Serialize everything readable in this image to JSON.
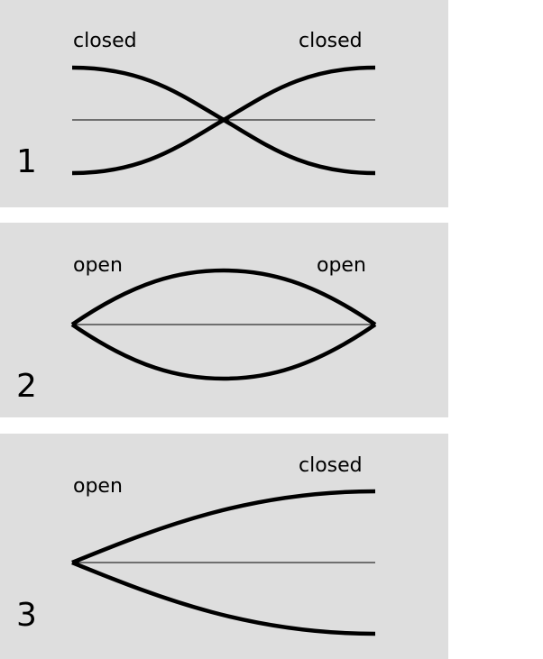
{
  "colors": {
    "panel_bg": "#dedede",
    "line": "#000000"
  },
  "panels": [
    {
      "number": "1",
      "left_label": "closed",
      "right_label": "closed"
    },
    {
      "number": "2",
      "left_label": "open",
      "right_label": "open"
    },
    {
      "number": "3",
      "left_label": "open",
      "right_label": "closed"
    }
  ]
}
